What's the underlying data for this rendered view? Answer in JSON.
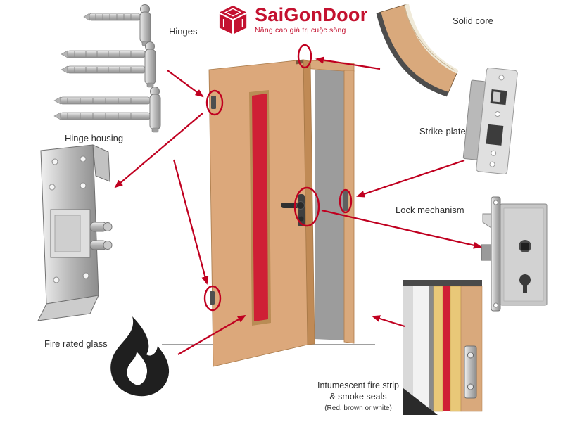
{
  "logo": {
    "title": "SaiGonDoor",
    "tagline": "Nâng cao giá trị cuộc sống"
  },
  "labels": {
    "hinges": "Hinges",
    "hinge_housing": "Hinge housing",
    "fire_rated_glass": "Fire rated glass",
    "solid_core": "Solid core",
    "strike_plate": "Strike-plate",
    "lock_mechanism": "Lock mechanism",
    "intumescent_title": "Intumescent fire strip",
    "intumescent_subtitle": "& smoke seals",
    "intumescent_note": "(Red, brown or white)"
  },
  "icons": {
    "logo_icon": "saigondoor-cube-logo",
    "flame": "flame-icon"
  },
  "colors": {
    "brand_red": "#c41230",
    "annotation_red": "#c00020",
    "door_tan": "#d9a97c",
    "glass_red": "#cf1f35",
    "panel_gray": "#9c9c9c",
    "flame_black": "#1f1f1f"
  }
}
